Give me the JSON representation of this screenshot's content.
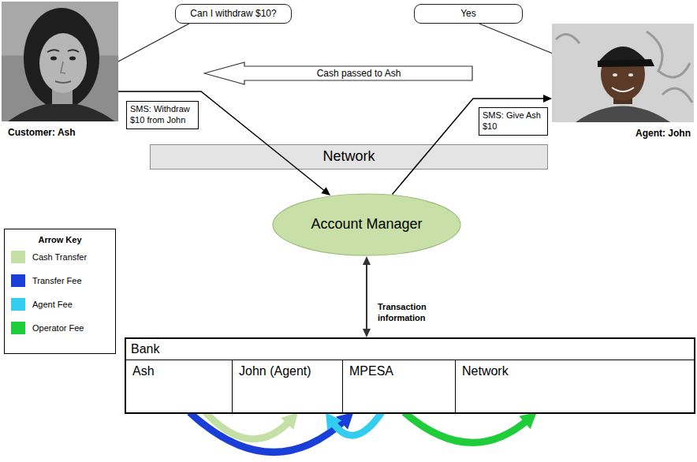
{
  "diagram": {
    "nodes": [
      {
        "text": [
          "Customer: Ash"
        ]
      },
      {
        "text": [
          "Can I withdraw $10?"
        ]
      },
      {
        "text": [
          "Yes"
        ]
      },
      {
        "text": [
          "Agent: John"
        ]
      },
      {
        "text": [
          "Cash passed to Ash"
        ]
      },
      {
        "text": [
          "Network"
        ]
      },
      {
        "text": [
          "Account Manager"
        ]
      },
      {
        "text": [
          "Bank"
        ]
      },
      {
        "text": [
          "Ash"
        ],
        "in": 7
      },
      {
        "text": [
          "John (Agent)"
        ],
        "in": 7
      },
      {
        "text": [
          "MPESA"
        ],
        "in": 7
      },
      {
        "text": [
          "Network"
        ],
        "in": 7
      }
    ],
    "edges": [
      {
        "from": 1,
        "to": 0,
        "arrow": "none"
      },
      {
        "from": 2,
        "to": 3,
        "arrow": "none"
      },
      {
        "from": 0,
        "to": 6,
        "arrow": "to",
        "label": "SMS: Withdraw $10 from John"
      },
      {
        "from": 6,
        "to": 3,
        "arrow": "to",
        "label": "SMS: Give Ash $10"
      },
      {
        "from": 6,
        "to": 7,
        "arrow": "both",
        "label": "Transaction information"
      },
      {
        "from": 8,
        "to": 9,
        "arrow": "to"
      },
      {
        "from": 8,
        "to": 10,
        "arrow": "to"
      },
      {
        "from": 10,
        "to": 9,
        "arrow": "to"
      },
      {
        "from": 10,
        "to": 11,
        "arrow": "to"
      }
    ],
    "labels": [
      "Arrow Key"
    ],
    "legend": [
      {
        "text": "Cash Transfer",
        "color": "#c5e0a5"
      },
      {
        "text": "Transfer Fee",
        "color": "#1a3fd9"
      },
      {
        "text": "Agent Fee",
        "color": "#33cdf0"
      },
      {
        "text": "Operator Fee",
        "color": "#1fcc3a"
      }
    ]
  }
}
